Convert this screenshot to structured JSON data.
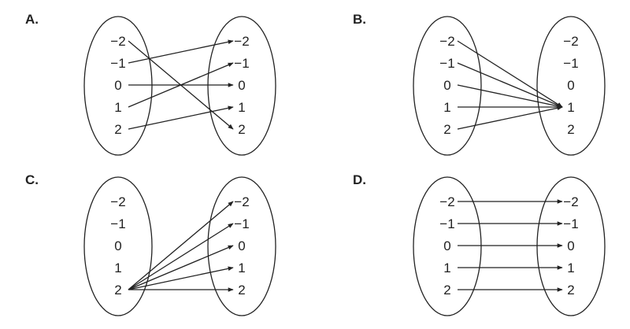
{
  "panels": [
    {
      "label": "A.",
      "domain": [
        "−2",
        "−1",
        "0",
        "1",
        "2"
      ],
      "range": [
        "−2",
        "−1",
        "0",
        "1",
        "2"
      ],
      "mappings": [
        [
          "−2",
          "2"
        ],
        [
          "−1",
          "−2"
        ],
        [
          "0",
          "0"
        ],
        [
          "1",
          "−1"
        ],
        [
          "2",
          "1"
        ]
      ]
    },
    {
      "label": "B.",
      "domain": [
        "−2",
        "−1",
        "0",
        "1",
        "2"
      ],
      "range": [
        "−2",
        "−1",
        "0",
        "1",
        "2"
      ],
      "mappings": [
        [
          "−2",
          "1"
        ],
        [
          "−1",
          "1"
        ],
        [
          "0",
          "1"
        ],
        [
          "1",
          "1"
        ],
        [
          "2",
          "1"
        ]
      ]
    },
    {
      "label": "C.",
      "domain": [
        "−2",
        "−1",
        "0",
        "1",
        "2"
      ],
      "range": [
        "−2",
        "−1",
        "0",
        "1",
        "2"
      ],
      "mappings": [
        [
          "2",
          "−2"
        ],
        [
          "2",
          "−1"
        ],
        [
          "2",
          "0"
        ],
        [
          "2",
          "1"
        ],
        [
          "2",
          "2"
        ]
      ]
    },
    {
      "label": "D.",
      "domain": [
        "−2",
        "−1",
        "0",
        "1",
        "2"
      ],
      "range": [
        "−2",
        "−1",
        "0",
        "1",
        "2"
      ],
      "mappings": [
        [
          "−2",
          "−2"
        ],
        [
          "−1",
          "−1"
        ],
        [
          "0",
          "0"
        ],
        [
          "1",
          "1"
        ],
        [
          "2",
          "2"
        ]
      ]
    }
  ],
  "colors": {
    "ink": "#222222"
  }
}
